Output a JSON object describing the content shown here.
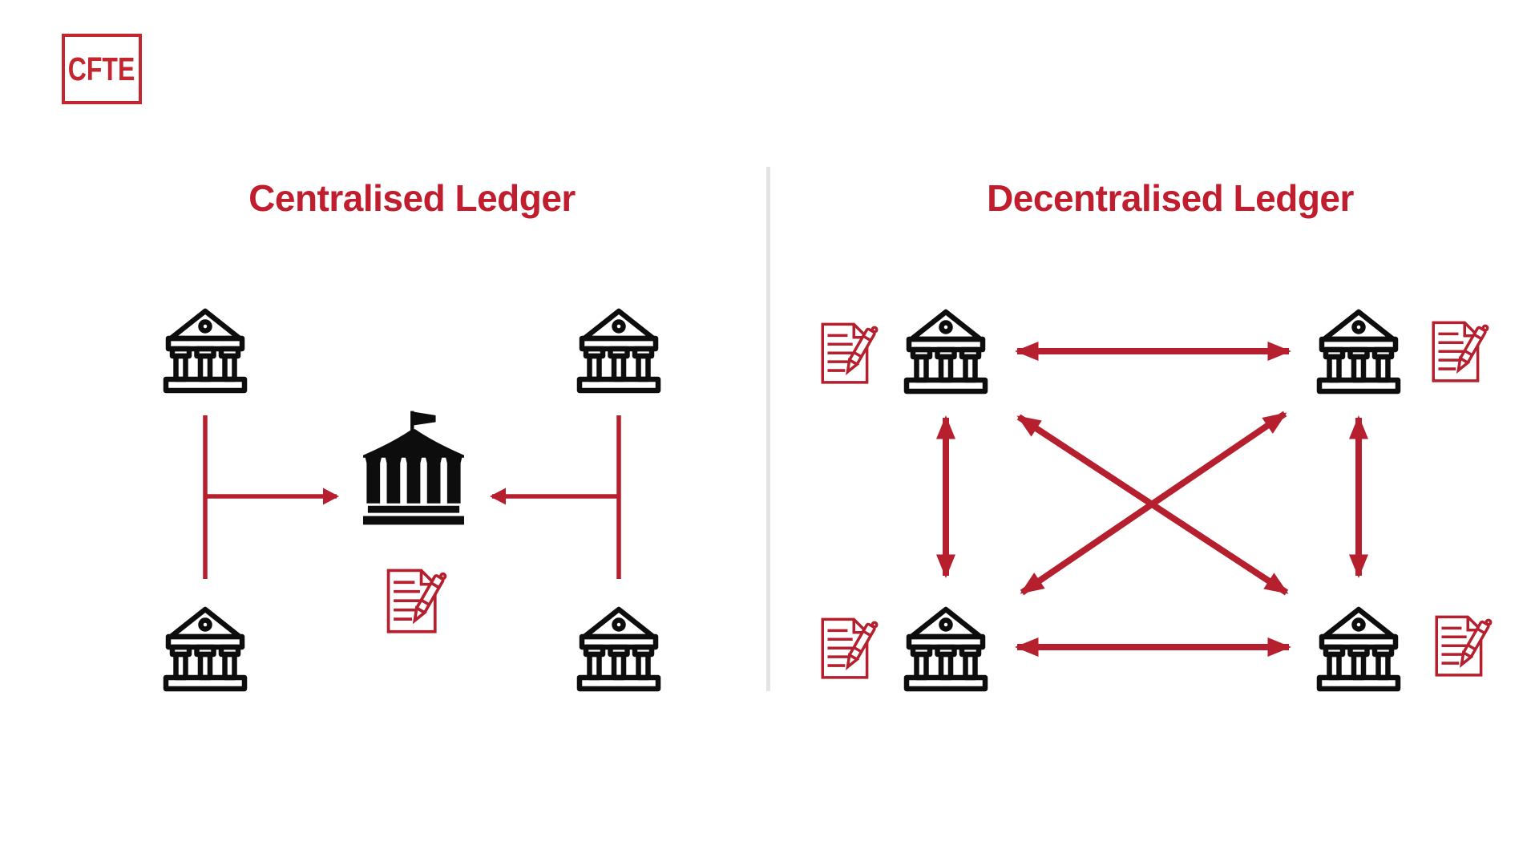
{
  "logo": {
    "text": "CFTE"
  },
  "colors": {
    "logo_red": "#C4262F",
    "title_red": "#C01E2E",
    "arrow_red": "#B51F2E",
    "ink": "#0D0D0D",
    "divider_gray": "#E4E4E4",
    "background": "#FFFFFF"
  },
  "left_panel": {
    "title": "Centralised Ledger",
    "bank_count": 4,
    "ledger_count": 1,
    "icons": {
      "bank": "classical-bank-building-outline",
      "central_bank": "solid-bank-building-with-flag",
      "ledger": "document-with-pen"
    },
    "connections": [
      "bank-top-left → central-bank",
      "bank-bottom-left → central-bank",
      "bank-top-right → central-bank",
      "bank-bottom-right → central-bank"
    ]
  },
  "right_panel": {
    "title": "Decentralised Ledger",
    "bank_count": 4,
    "ledger_count": 4,
    "icons": {
      "bank": "classical-bank-building-outline",
      "ledger": "document-with-pen"
    },
    "connections": [
      "bank-top-left ↔ bank-top-right",
      "bank-bottom-left ↔ bank-bottom-right",
      "bank-top-left ↔ bank-bottom-left",
      "bank-top-right ↔ bank-bottom-right",
      "bank-top-left ↔ bank-bottom-right",
      "bank-top-right ↔ bank-bottom-left"
    ]
  }
}
